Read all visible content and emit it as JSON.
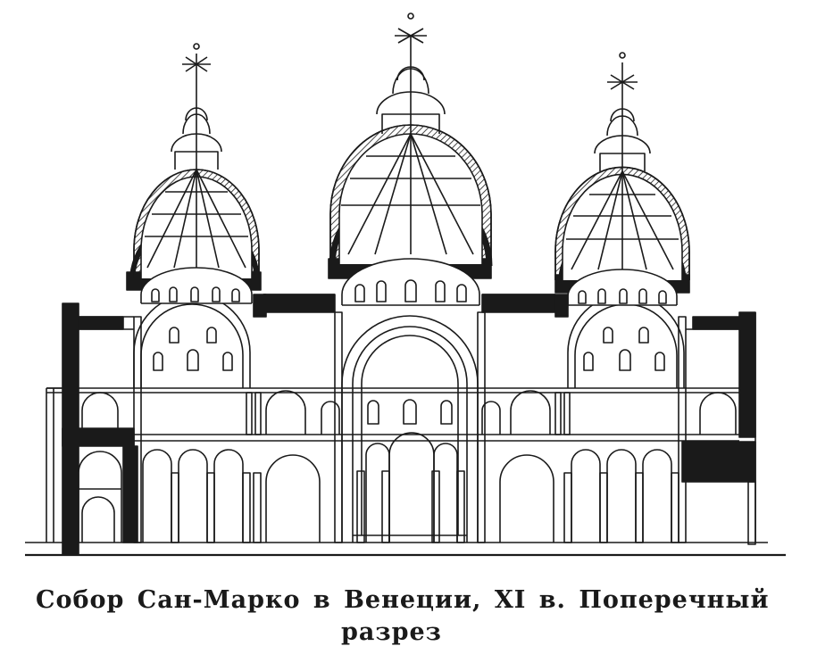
{
  "figure": {
    "subject": "San Marco cathedral, transverse section drawing",
    "ink_color": "#1a1a1a",
    "paper_color": "#ffffff"
  },
  "caption": {
    "line1": "Собор Сан-Марко в Венеции,  XI в.  Поперечный",
    "line2": "разрез"
  }
}
